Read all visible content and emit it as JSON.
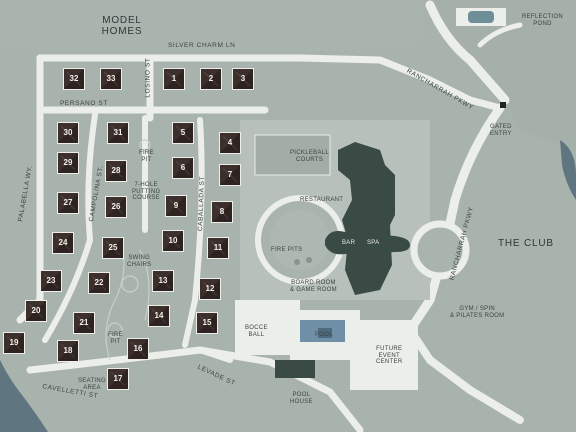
{
  "map": {
    "labels": {
      "model_homes": "MODEL\nHOMES",
      "silver_charm": "SILVER CHARM LN",
      "persano": "PERSANO ST",
      "losino": "LOSINO ST",
      "palabella": "PALABELLA WY.",
      "campolina": "CAMPOLINA ST.",
      "caballada": "CABALLADA ST",
      "cavelletti": "CAVELLETTI ST",
      "levade": "LEVADE ST",
      "rancharrah_pkwy": "RANCHARRAH PKWY",
      "rancharrah_pkwy2": "RANCHARRAH PKWY",
      "reflection_pond": "REFLECTION\nPOND",
      "gated_entry": "GATED\nENTRY",
      "the_club": "THE CLUB",
      "pickleball": "PICKLEBALL\nCOURTS",
      "restaurant": "RESTAURANT",
      "bar": "BAR",
      "spa": "SPA",
      "fire_pits": "FIRE PITS",
      "board_room": "BOARD ROOM\n& GAME ROOM",
      "gym": "GYM / SPIN\n& PILATES ROOM",
      "bocce": "BOCCE\nBALL",
      "pool": "POOL",
      "future_event": "FUTURE\nEVENT\nCENTER",
      "pool_house": "POOL\nHOUSE",
      "fire_pit_1": "FIRE\nPIT",
      "putting": "7-HOLE\nPUTTING\nCOURSE",
      "swing_chairs": "SWING\nCHAIRS",
      "fire_pit_2": "FIRE\nPIT",
      "seating": "SEATING\nAREA"
    },
    "lots": [
      "1",
      "2",
      "3",
      "4",
      "5",
      "6",
      "7",
      "8",
      "9",
      "10",
      "11",
      "12",
      "13",
      "14",
      "15",
      "16",
      "17",
      "18",
      "19",
      "20",
      "21",
      "22",
      "23",
      "24",
      "25",
      "26",
      "27",
      "28",
      "29",
      "30",
      "31",
      "32",
      "33"
    ]
  }
}
